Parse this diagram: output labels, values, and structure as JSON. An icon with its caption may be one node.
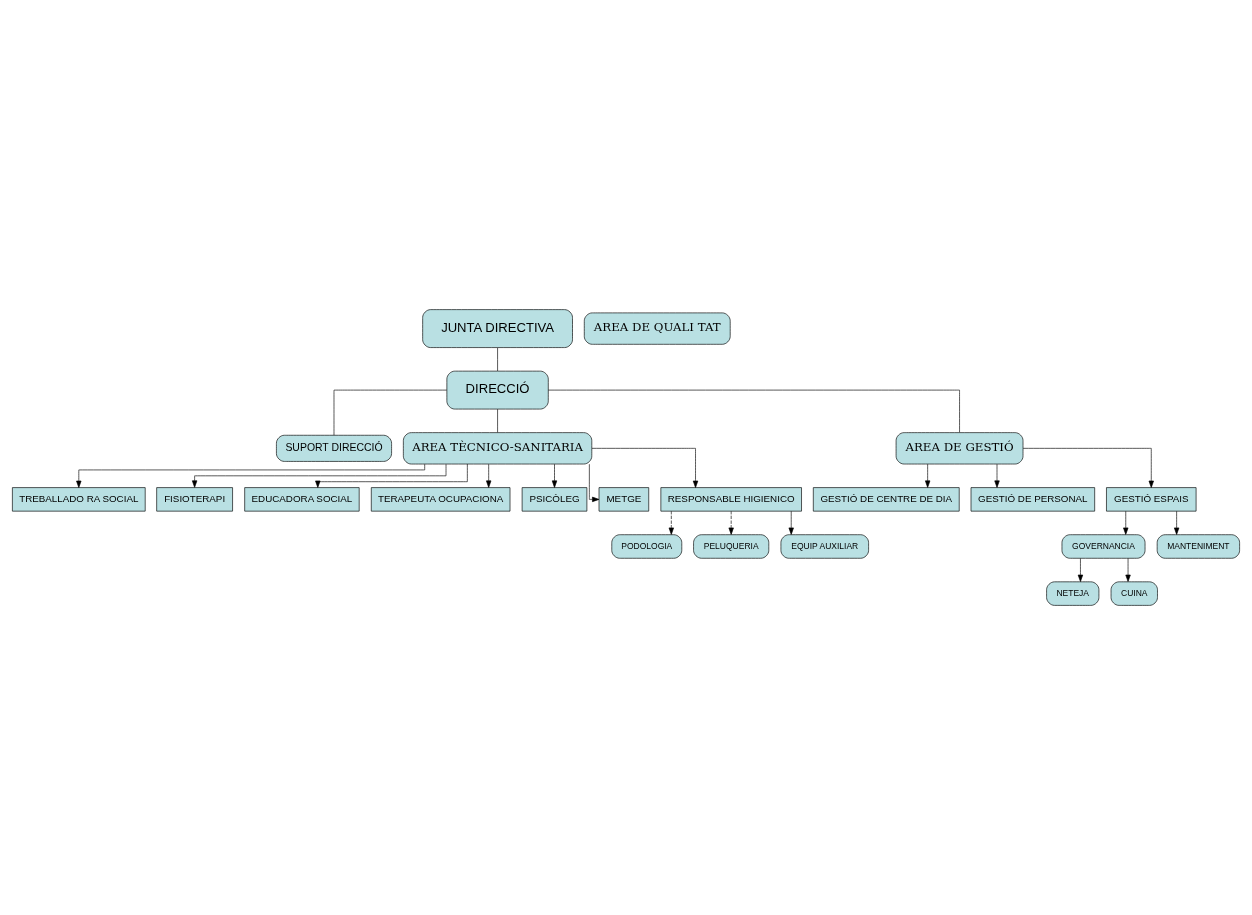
{
  "diagram": {
    "nodes": [
      {
        "text": [
          "JUNTA DIRECTIVA"
        ]
      },
      {
        "text": [
          "DIRECCIÓ"
        ]
      },
      {
        "text": [
          "SUPORT DIRECCIÓ"
        ]
      },
      {
        "text": [
          "AREA TÈCNICO-SANITARIA"
        ]
      },
      {
        "text": [
          "AREA DE QUALI TAT"
        ]
      },
      {
        "text": [
          "AREA DE GESTIÓ"
        ]
      },
      {
        "text": [
          "TREBALLADO RA SOCIAL"
        ]
      },
      {
        "text": [
          "FISIOTERAPI"
        ]
      },
      {
        "text": [
          "EDUCADORA SOCIAL"
        ]
      },
      {
        "text": [
          "TERAPEUTA OCUPACIONA"
        ]
      },
      {
        "text": [
          "PSICÒLEG"
        ]
      },
      {
        "text": [
          "METGE"
        ]
      },
      {
        "text": [
          "RESPONSABLE HIGIENICO"
        ]
      },
      {
        "text": [
          "PODOLOGIA"
        ]
      },
      {
        "text": [
          "PELUQUERIA"
        ]
      },
      {
        "text": [
          "EQUIP AUXILIAR"
        ]
      },
      {
        "text": [
          "GESTIÓ DE CENTRE DE DIA"
        ]
      },
      {
        "text": [
          "GESTIÓ DE PERSONAL"
        ]
      },
      {
        "text": [
          "GESTIÓ ESPAIS"
        ]
      },
      {
        "text": [
          "GOVERNANCIA"
        ]
      },
      {
        "text": [
          "NETEJA"
        ]
      },
      {
        "text": [
          "CUINA"
        ]
      },
      {
        "text": [
          "MANTENIMENT"
        ]
      }
    ],
    "edges": [
      {
        "from": 0,
        "to": 1,
        "arrow": "none"
      },
      {
        "from": 1,
        "to": 2,
        "arrow": "none"
      },
      {
        "from": 1,
        "to": 3,
        "arrow": "none"
      },
      {
        "from": 1,
        "to": 5,
        "arrow": "none"
      },
      {
        "from": 3,
        "to": 6,
        "arrow": "to"
      },
      {
        "from": 3,
        "to": 7,
        "arrow": "to"
      },
      {
        "from": 3,
        "to": 8,
        "arrow": "to"
      },
      {
        "from": 3,
        "to": 9,
        "arrow": "to"
      },
      {
        "from": 3,
        "to": 10,
        "arrow": "to"
      },
      {
        "from": 3,
        "to": 11,
        "arrow": "to"
      },
      {
        "from": 3,
        "to": 12,
        "arrow": "to"
      },
      {
        "from": 12,
        "to": 13,
        "arrow": "to",
        "style": "dashed"
      },
      {
        "from": 12,
        "to": 14,
        "arrow": "to",
        "style": "dashed"
      },
      {
        "from": 12,
        "to": 15,
        "arrow": "to"
      },
      {
        "from": 5,
        "to": 16,
        "arrow": "to"
      },
      {
        "from": 5,
        "to": 17,
        "arrow": "to"
      },
      {
        "from": 5,
        "to": 18,
        "arrow": "to"
      },
      {
        "from": 18,
        "to": 19,
        "arrow": "to"
      },
      {
        "from": 18,
        "to": 22,
        "arrow": "to"
      },
      {
        "from": 19,
        "to": 20,
        "arrow": "to"
      },
      {
        "from": 19,
        "to": 21,
        "arrow": "to"
      }
    ]
  }
}
